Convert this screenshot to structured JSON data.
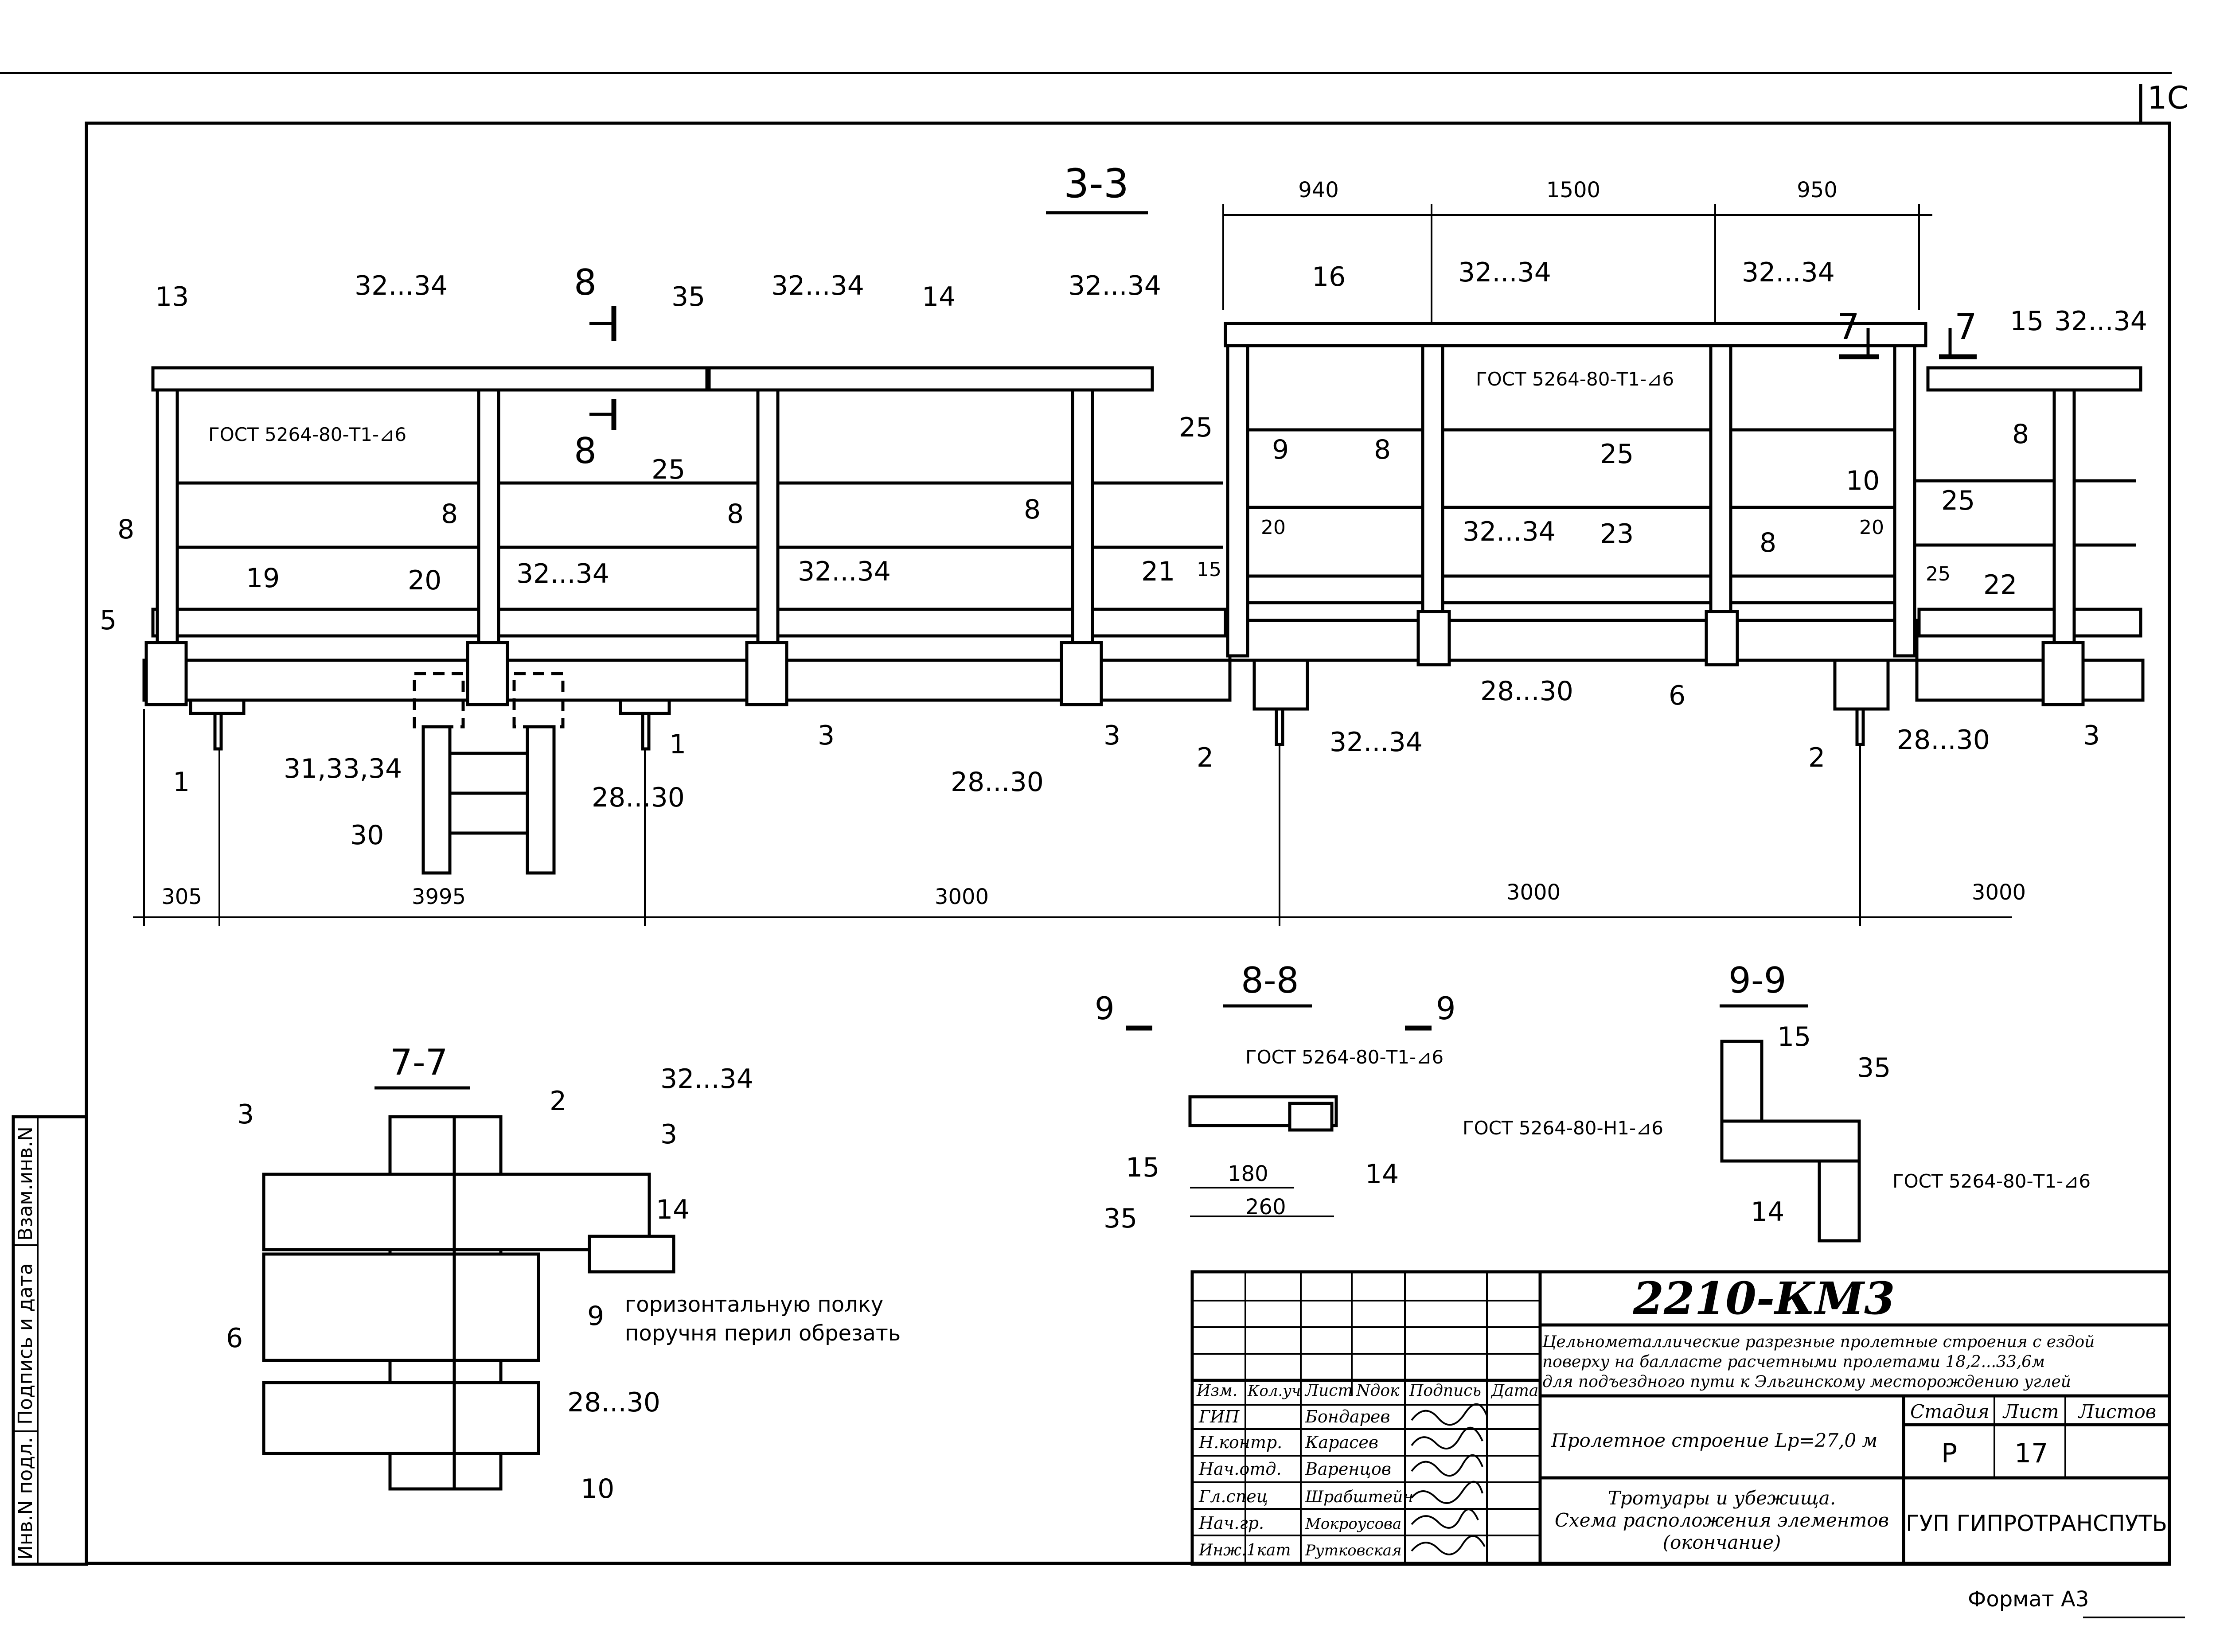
{
  "sheet_corner": "1С",
  "views": {
    "main": {
      "title": "3-3",
      "top_dims": [
        "940",
        "1500",
        "950"
      ],
      "bottom_dims": [
        "305",
        "3995",
        "3000",
        "3000",
        "3000"
      ],
      "weld_note": "ГОСТ 5264-80-Т1-⊿6",
      "section_mark": "8",
      "section_mark_7": "7",
      "labels": {
        "p13": "13",
        "p14": "14",
        "p15": "15",
        "p16": "16",
        "p32": "32...34",
        "p35": "35",
        "p25": "25",
        "p8": "8",
        "p19": "19",
        "p20": "20",
        "p21": "21",
        "p22": "22",
        "p23": "23",
        "p5": "5",
        "p9": "9",
        "p10": "10",
        "p20s": "20",
        "p15s": "15",
        "p25s": "25",
        "p3": "3",
        "p6": "6",
        "p1": "1",
        "p2": "2",
        "p31": "31,33,34",
        "p28": "28...30",
        "p30": "30"
      }
    },
    "s88": {
      "title": "8-8",
      "mark": "9",
      "weld": "ГОСТ 5264-80-Т1-⊿6",
      "labels": {
        "p15": "15",
        "p14": "14",
        "p35": "35",
        "d180": "180",
        "d260": "260"
      }
    },
    "s99": {
      "title": "9-9",
      "weld_h": "ГОСТ 5264-80-Н1-⊿6",
      "weld_t": "ГОСТ 5264-80-Т1-⊿6",
      "labels": {
        "p15": "15",
        "p35": "35",
        "p14": "14"
      }
    },
    "s77": {
      "title": "7-7",
      "note_line1": "горизонтальную   полку",
      "note_line2": "поручня перил обрезать",
      "labels": {
        "p3a": "3",
        "p2": "2",
        "p32": "32...34",
        "p3b": "3",
        "p14": "14",
        "p6": "6",
        "p9": "9",
        "p28": "28...30",
        "p10": "10"
      }
    }
  },
  "side_stamp": {
    "col1": "Инв.N подл.",
    "col2": "Подпись и дата",
    "col3": "Взам.инв.N"
  },
  "title_block": {
    "doc_code": "2210-КМ3",
    "description": [
      "Цельнометаллические разрезные пролетные строения с ездой",
      "поверху на балласте расчетными пролетами 18,2...33,6м",
      "для подъездного пути к Эльгинскому месторождению углей"
    ],
    "header_cols": [
      "Изм.",
      "Кол.уч",
      "Лист",
      "Nдок",
      "Подпись",
      "Дата"
    ],
    "staff": [
      {
        "role": "ГИП",
        "name": "Бондарев"
      },
      {
        "role": "Н.контр.",
        "name": "Карасев"
      },
      {
        "role": "Нач.отд.",
        "name": "Варенцов"
      },
      {
        "role": "Гл.спец",
        "name": "Шрабштейн"
      },
      {
        "role": "Нач.гр.",
        "name": "Мокроусова"
      },
      {
        "role": "Инж.1кат",
        "name": "Рутковская"
      }
    ],
    "object": "Пролетное строение Lp=27,0 м",
    "stage_label": "Стадия",
    "sheet_label": "Лист",
    "sheets_label": "Листов",
    "stage": "Р",
    "sheet": "17",
    "sheets": "",
    "drawing_title": [
      "Тротуары и убежища.",
      "Схема расположения элементов",
      "(окончание)"
    ],
    "organization": "ГУП ГИПРОТРАНСПУТЬ"
  },
  "format": "Формат А3"
}
